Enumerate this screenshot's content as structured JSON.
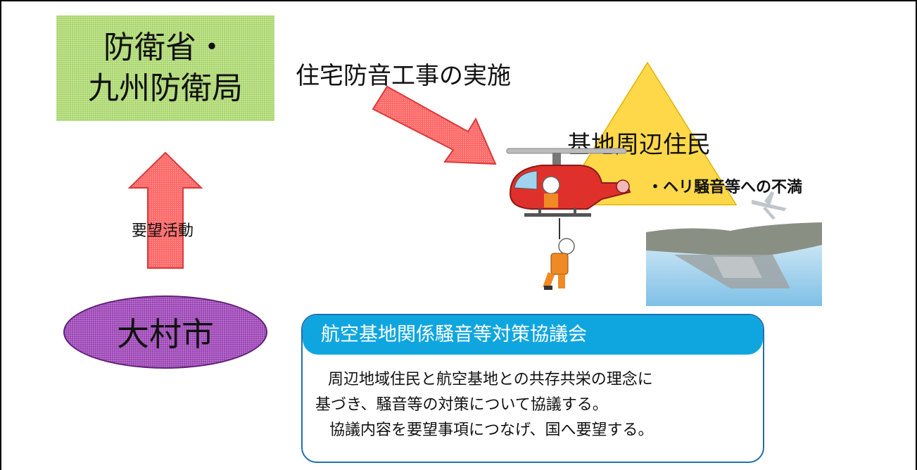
{
  "ministry": {
    "line1": "防衛省・",
    "line2": "九州防衛局"
  },
  "city": {
    "label": "大村市"
  },
  "arrows": {
    "construction_label": "住宅防音工事の実施",
    "request_label": "要望活動"
  },
  "residents": {
    "title": "基地周辺住民",
    "complaint": "・ヘリ騒音等への不満"
  },
  "council": {
    "title": "航空基地関係騒音等対策協議会",
    "lines": [
      "周辺地域住民と航空基地との共存共栄の理念に",
      "基づき、騒音等の対策について協議する。",
      "協議内容を要望事項につなげ、国へ要望する。"
    ]
  },
  "colors": {
    "ministry_box": "#a9d66a",
    "city_ellipse": "#9b42b5",
    "arrow_fill": "#ff6b6b",
    "triangle": "#ffd84a",
    "council_header": "#0fa6e0",
    "council_border": "#1f6fb0"
  },
  "icons": [
    "helicopter-icon",
    "rescuer-icon",
    "airplane-icon",
    "runway-icon"
  ]
}
